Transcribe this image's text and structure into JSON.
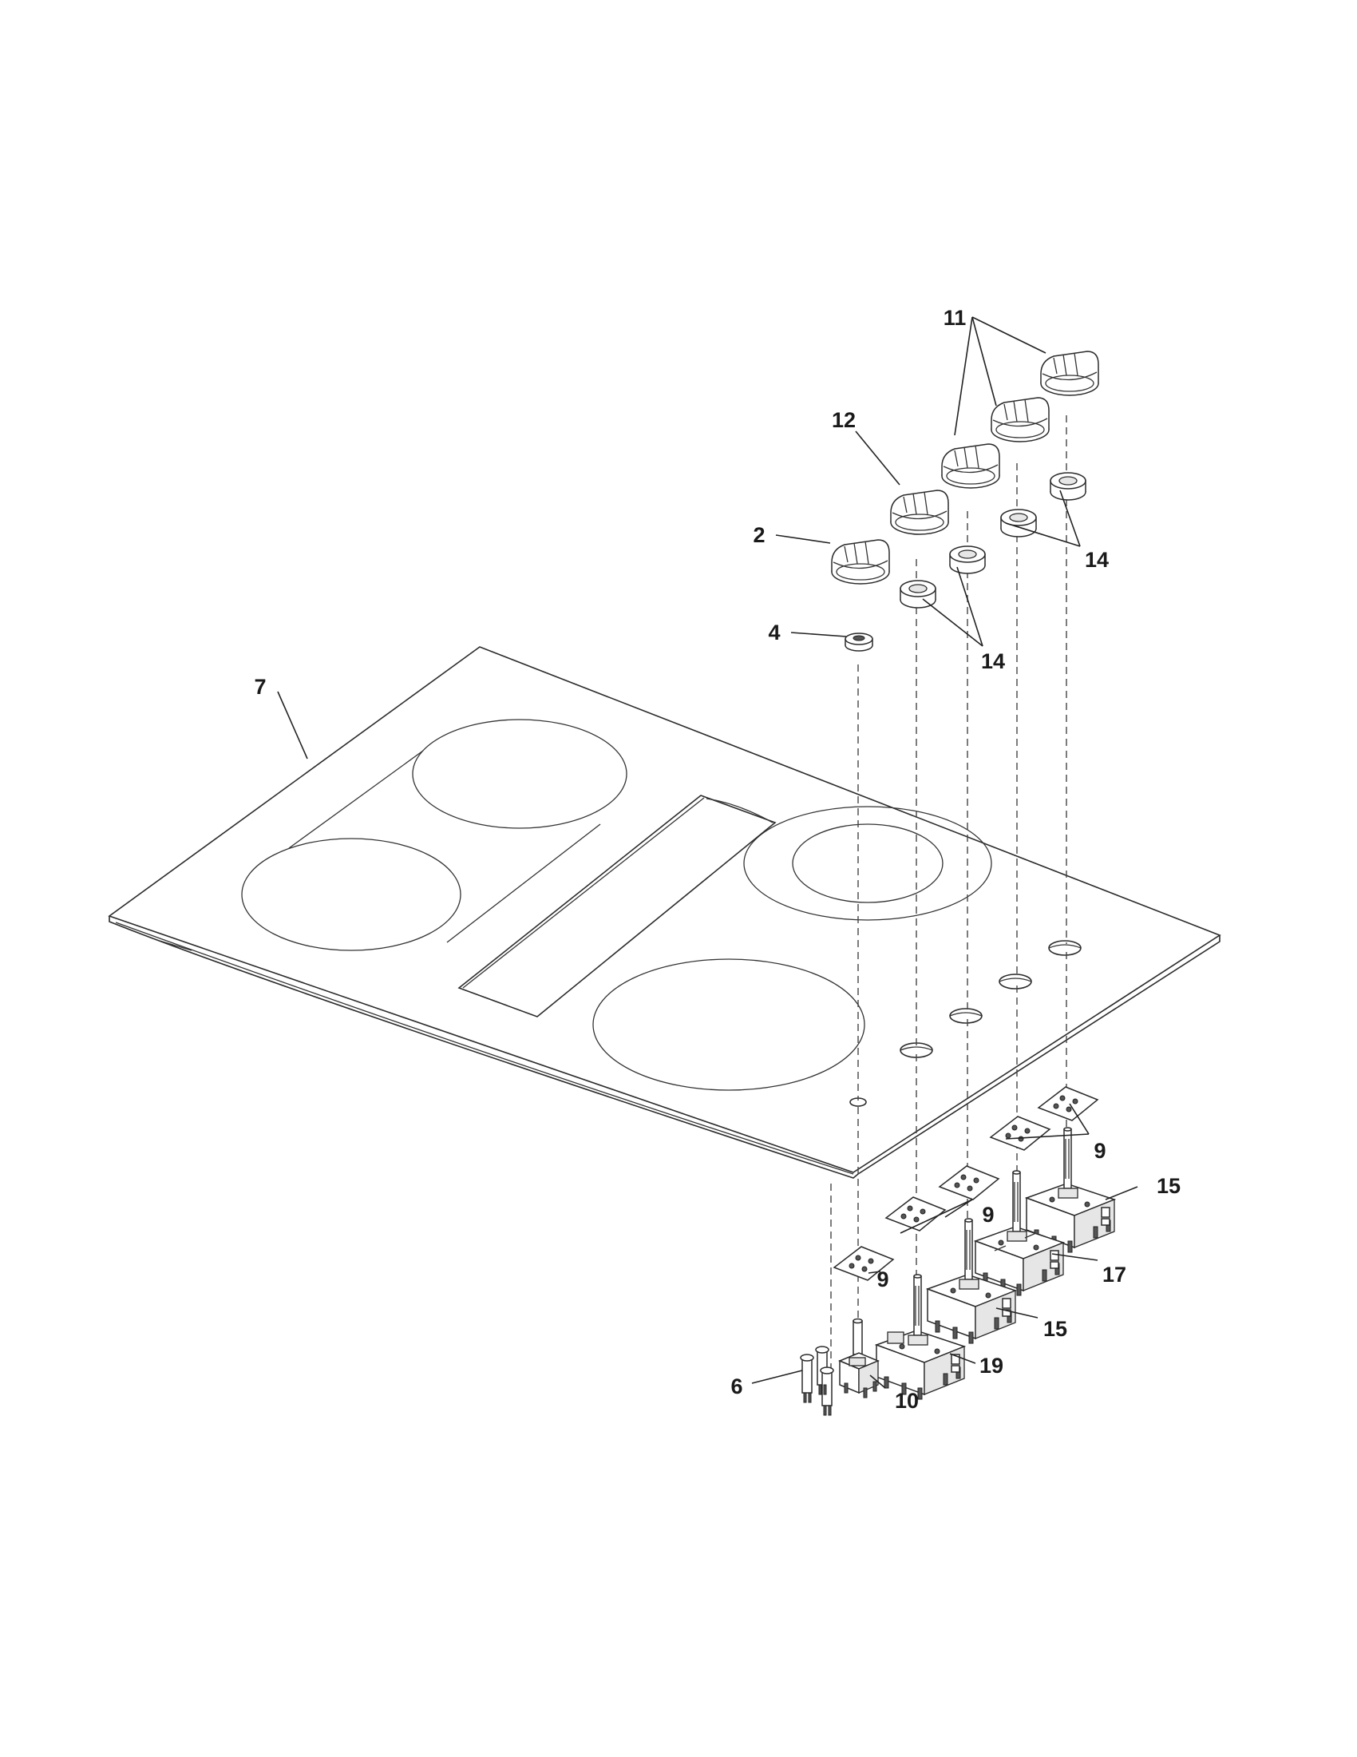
{
  "callouts": {
    "c2": "2",
    "c4": "4",
    "c6": "6",
    "c7": "7",
    "c9a": "9",
    "c9b": "9",
    "c9c": "9",
    "c10": "10",
    "c11": "11",
    "c12": "12",
    "c14a": "14",
    "c14b": "14",
    "c15a": "15",
    "c15b": "15",
    "c17": "17",
    "c19": "19"
  }
}
